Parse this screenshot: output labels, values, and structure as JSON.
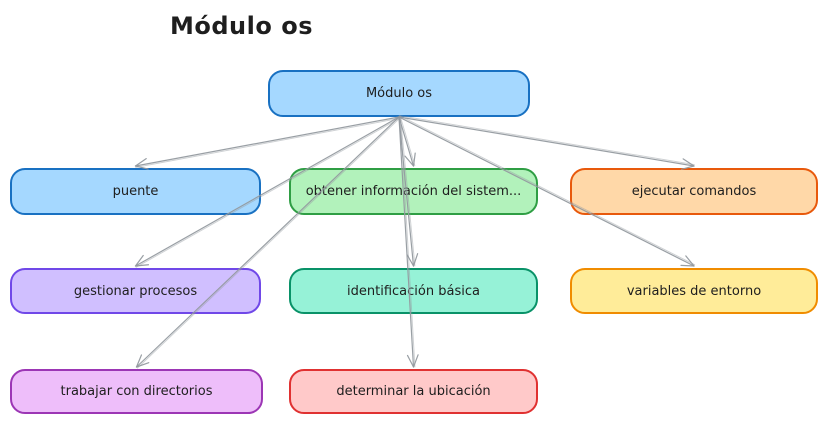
{
  "title": "Módulo os",
  "diagram": {
    "arrow_color": "#949aa0",
    "nodes": [
      {
        "id": "modulo-os",
        "label": "Módulo os",
        "fill": "#a5d8ff",
        "stroke": "#1971c2"
      },
      {
        "id": "puente",
        "label": "puente",
        "fill": "#a5d8ff",
        "stroke": "#1971c2"
      },
      {
        "id": "obtener-informacion",
        "label": "obtener información del sistem...",
        "fill": "#b2f2bb",
        "stroke": "#2f9e44"
      },
      {
        "id": "ejecutar-comandos",
        "label": "ejecutar comandos",
        "fill": "#ffd8a8",
        "stroke": "#e8590c"
      },
      {
        "id": "gestionar-procesos",
        "label": "gestionar procesos",
        "fill": "#d0bfff",
        "stroke": "#7048e8"
      },
      {
        "id": "identificacion-basica",
        "label": "identificación básica",
        "fill": "#96f2d7",
        "stroke": "#099268"
      },
      {
        "id": "variables-de-entorno",
        "label": "variables de entorno",
        "fill": "#ffec99",
        "stroke": "#f08c00"
      },
      {
        "id": "trabajar-con-directorios",
        "label": "trabajar con directorios",
        "fill": "#eebefa",
        "stroke": "#9c36b5"
      },
      {
        "id": "determinar-la-ubicacion",
        "label": "determinar la ubicación",
        "fill": "#ffc9c9",
        "stroke": "#e03131"
      }
    ],
    "edges": [
      {
        "from": "modulo-os",
        "to": "puente"
      },
      {
        "from": "modulo-os",
        "to": "obtener-informacion"
      },
      {
        "from": "modulo-os",
        "to": "ejecutar-comandos"
      },
      {
        "from": "modulo-os",
        "to": "gestionar-procesos"
      },
      {
        "from": "modulo-os",
        "to": "identificacion-basica"
      },
      {
        "from": "modulo-os",
        "to": "variables-de-entorno"
      },
      {
        "from": "modulo-os",
        "to": "trabajar-con-directorios"
      },
      {
        "from": "modulo-os",
        "to": "determinar-la-ubicacion"
      }
    ]
  }
}
